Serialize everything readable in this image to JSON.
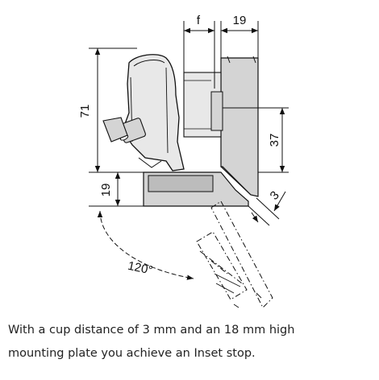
{
  "diagram": {
    "labels": {
      "f": "f",
      "width_19": "19",
      "height_71": "71",
      "height_37": "37",
      "plate_19": "19",
      "gap_3": "3",
      "angle": "120°"
    },
    "colors": {
      "line": "#111111",
      "fill": "#d4d4d4",
      "fill_light": "#e8e8e8",
      "fill_dark": "#bcbcbc"
    }
  },
  "caption": {
    "line1": "With a cup distance of 3 mm and an 18 mm high",
    "line2": "mounting plate you achieve an Inset stop."
  }
}
